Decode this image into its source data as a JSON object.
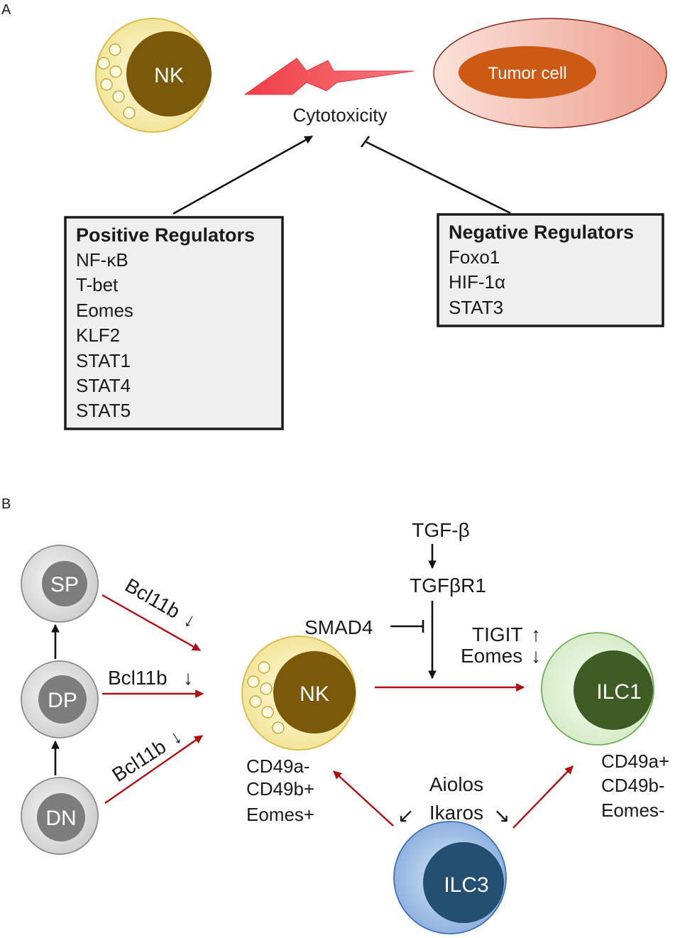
{
  "panel_a": {
    "letter": "A",
    "nk_label": "NK",
    "tumor_label": "Tumor cell",
    "cytotoxicity_label": "Cytotoxicity",
    "positive": {
      "title": "Positive Regulators",
      "items": [
        "NF-κB",
        "T-bet",
        "Eomes",
        "KLF2",
        "STAT1",
        "STAT4",
        "STAT5"
      ]
    },
    "negative": {
      "title": "Negative Regulators",
      "items": [
        "Foxo1",
        "HIF-1α",
        "STAT3"
      ]
    }
  },
  "panel_b": {
    "letter": "B",
    "cells": {
      "sp": "SP",
      "dp": "DP",
      "dn": "DN",
      "nk": "NK",
      "ilc1": "ILC1",
      "ilc3": "ILC3"
    },
    "bcl11b_top": "Bcl11b",
    "bcl11b_mid": "Bcl11b",
    "bcl11b_bottom": "Bcl11b",
    "down_arrow_glyph": "↓",
    "up_arrow_glyph": "↑",
    "tgfb": "TGF-β",
    "tgfbr1": "TGFβR1",
    "smad4": "SMAD4",
    "tigit": "TIGIT",
    "eomes": "Eomes",
    "nk_markers": [
      "CD49a-",
      "CD49b+",
      "Eomes+"
    ],
    "ilc1_markers": [
      "CD49a+",
      "CD49b-",
      "Eomes-"
    ],
    "aiolos": "Aiolos",
    "ikaros": "Ikaros",
    "ikaros_arrow": "↘",
    "aiolos_arrow": "↙"
  },
  "colors": {
    "nk_outer": "#f7efb4",
    "nk_nucleus": "#7a5a0a",
    "tumor_outer": "#f1b3a6",
    "tumor_nucleus": "#cc5a14",
    "ilc1_outer": "#e6f4de",
    "ilc1_nucleus": "#3f5c26",
    "ilc3_outer": "#aac6ea",
    "ilc3_nucleus": "#234f72",
    "thymocyte_outer": "#e8e8e8",
    "thymocyte_nucleus": "#7d7d7d",
    "red_arrow": "#b30e14",
    "lightning": "#f24e59"
  }
}
